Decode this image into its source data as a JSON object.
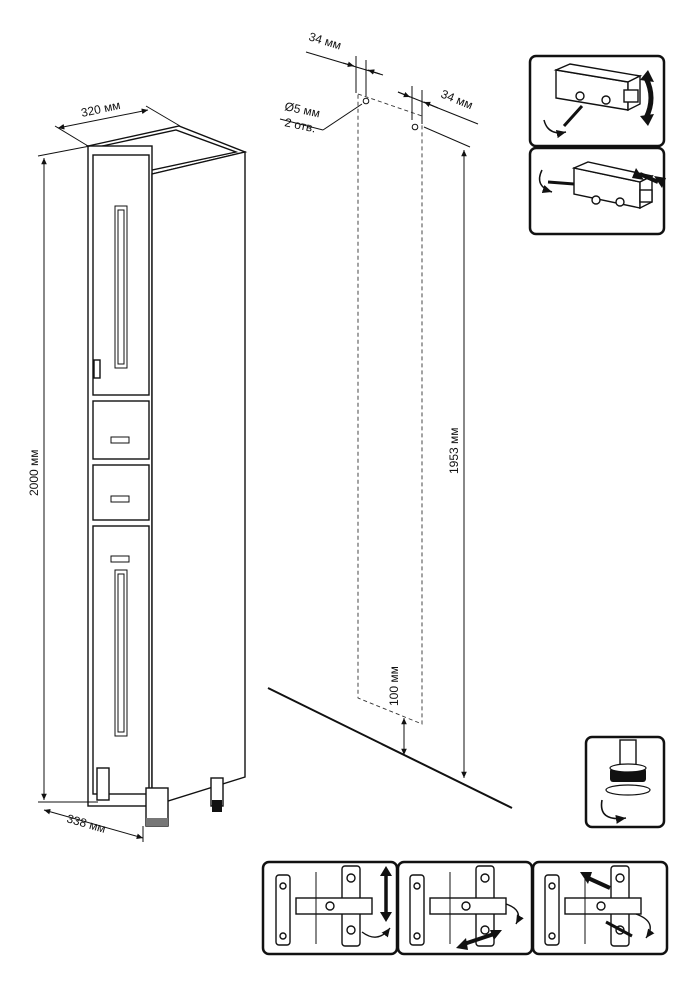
{
  "dimensions": {
    "width": "320 мм",
    "depth": "338 мм",
    "height": "2000 мм",
    "hole_spacing_left": "34 мм",
    "hole_spacing_right": "34 мм",
    "hole_diameter": "Ø5 мм",
    "hole_count": "2 отв.",
    "mount_height": "1953 мм",
    "floor_offset": "100 мм"
  },
  "colors": {
    "line": "#111111",
    "accent_gray": "#777777",
    "background": "#ffffff"
  },
  "icons": [
    "cabinet-drawing",
    "hanger-adjust-icon",
    "hanger-depth-icon",
    "leg-adjust-icon",
    "hinge-vertical-icon",
    "hinge-horizontal-icon",
    "hinge-depth-icon"
  ]
}
